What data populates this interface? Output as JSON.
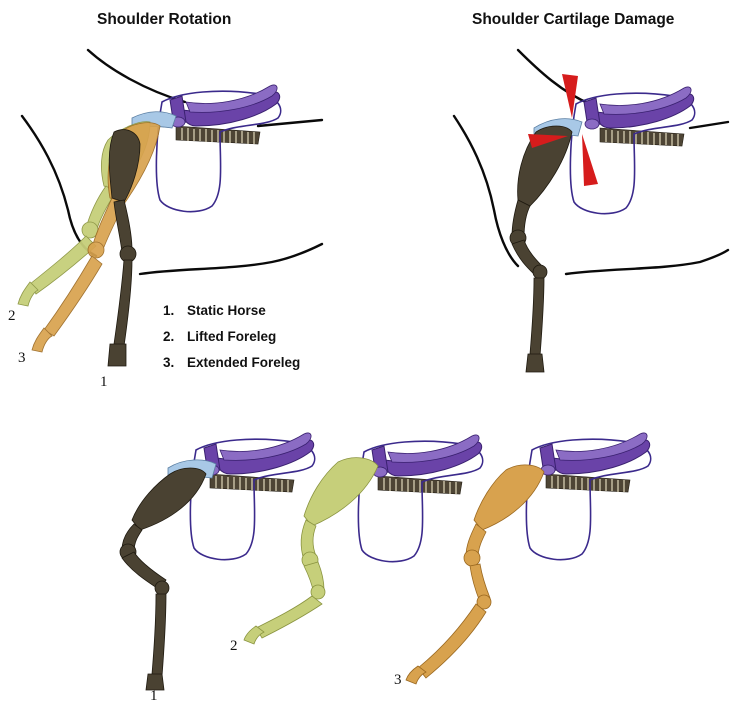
{
  "panels": {
    "rotation": {
      "title": "Shoulder Rotation",
      "legend": [
        {
          "num": "1.",
          "label": "Static Horse"
        },
        {
          "num": "2.",
          "label": "Lifted Foreleg"
        },
        {
          "num": "3.",
          "label": "Extended Foreleg"
        }
      ],
      "leg_labels": {
        "static": "1",
        "lifted": "2",
        "extended": "3"
      }
    },
    "damage": {
      "title": "Shoulder Cartilage Damage"
    },
    "sequence": {
      "leg_labels": {
        "static": "1",
        "lifted": "2",
        "extended": "3"
      }
    }
  },
  "colors": {
    "static_bone": "#4a4232",
    "lifted_bone": "#c6cf7a",
    "extended_bone": "#d8a24e",
    "cartilage": "#a8c8e6",
    "saddle_tree": "#6a43a8",
    "impact_marker": "#d61c1c",
    "outline": "#0a0a0a"
  }
}
